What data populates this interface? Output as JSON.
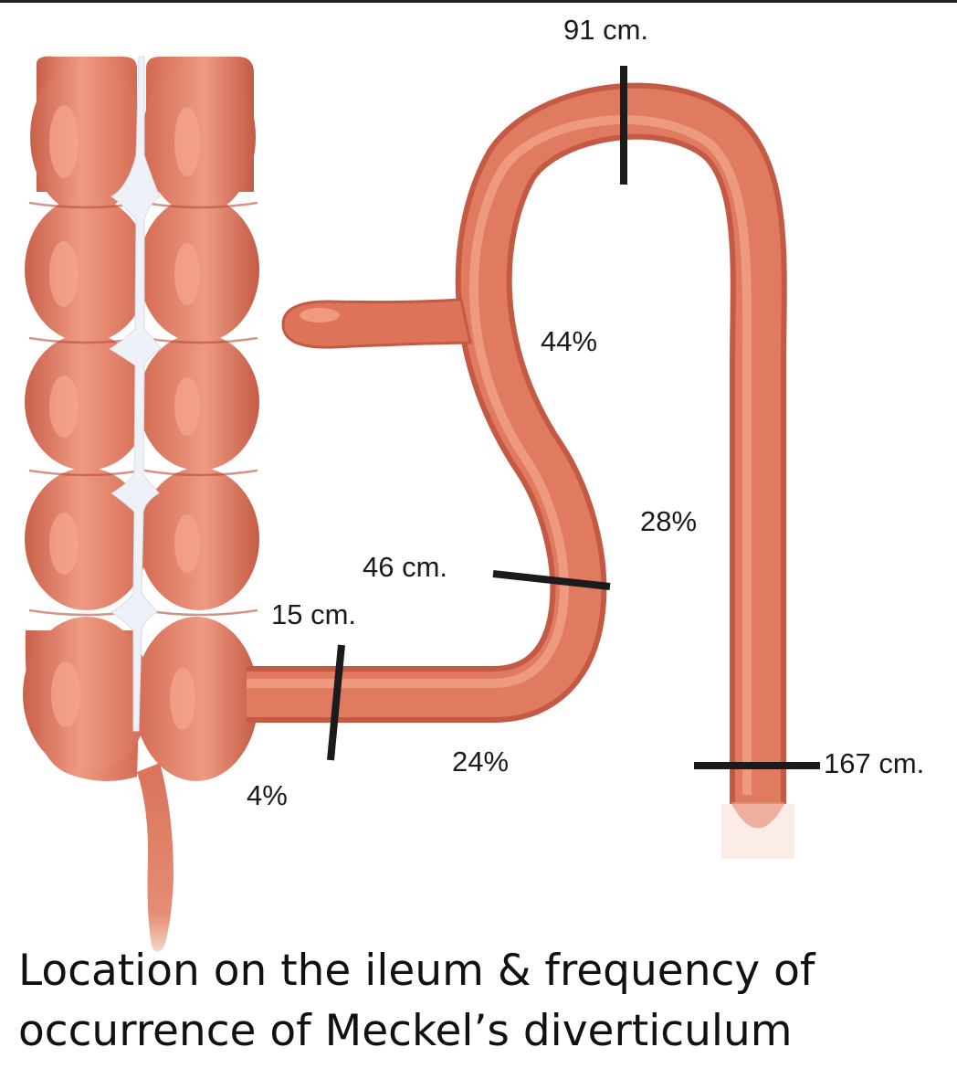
{
  "markers": {
    "m91": "91 cm.",
    "m46": "46 cm.",
    "m15": "15 cm.",
    "m167": "167 cm."
  },
  "frequencies": {
    "f44": "44%",
    "f28": "28%",
    "f24": "24%",
    "f4": "4%"
  },
  "caption": {
    "line1": "Location on the ileum & frequency of",
    "line2": "occurrence of Meckel’s diverticulum"
  },
  "colors": {
    "bowel": "#e07a60",
    "bowel_dark": "#c65a43",
    "highlight": "#f7b9a4",
    "marker": "#1b1b1b"
  }
}
